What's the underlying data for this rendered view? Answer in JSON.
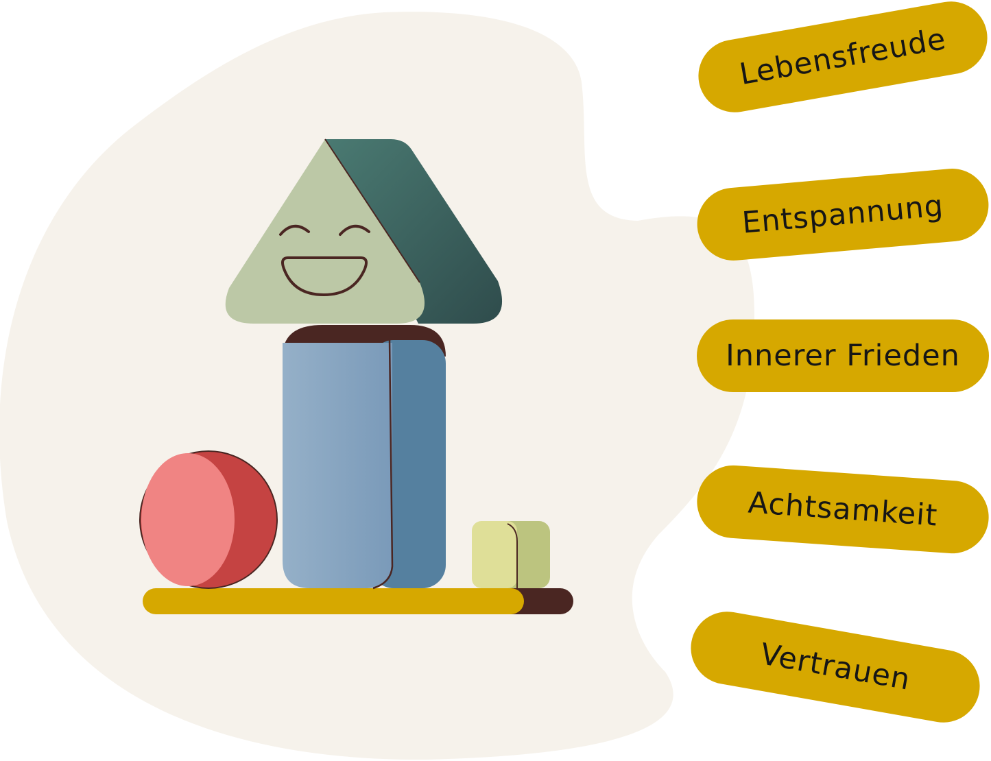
{
  "labels": [
    "Lebensfreude",
    "Entspannung",
    "Innerer Frieden",
    "Achtsamkeit",
    "Vertrauen"
  ],
  "colors": {
    "blob": "#f6f2eb",
    "pill": "#d6a800",
    "outline": "#4a2622",
    "triangle_light": "#bcc8a6",
    "triangle_dark": "#2f4c4c",
    "cylinder_light": "#95b0c8",
    "cylinder_dark": "#55809f",
    "ball_light": "#f08483",
    "ball_dark": "#c54342",
    "cube_light": "#dfdf98",
    "cube_dark": "#bcc47f",
    "plank": "#d6a800"
  }
}
